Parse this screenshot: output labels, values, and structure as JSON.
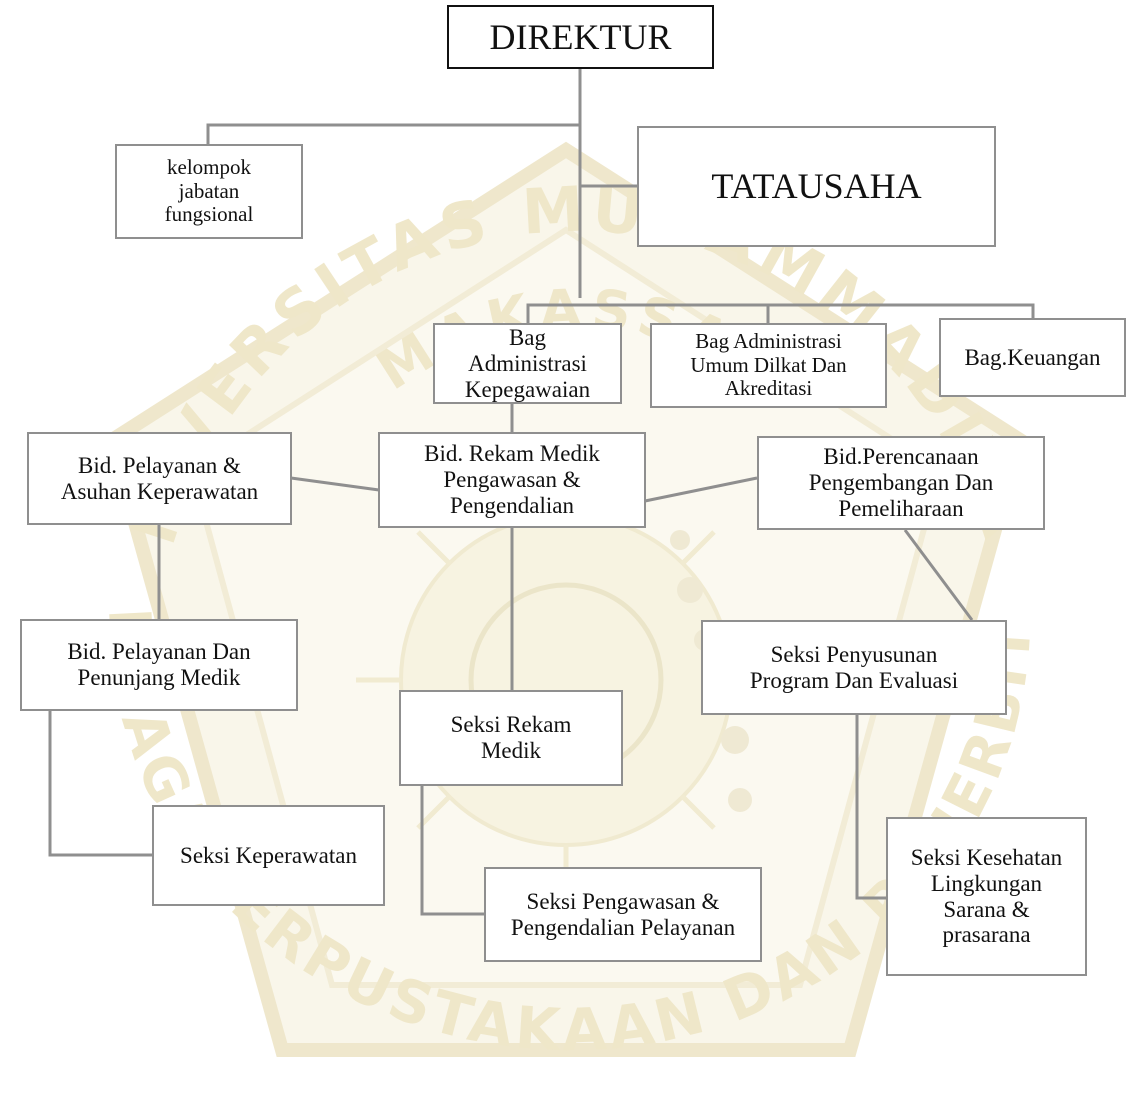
{
  "org_chart": {
    "direktur": "DIREKTUR",
    "kelompok_jabatan": "kelompok\njabatan\nfungsional",
    "tatausaha": "TATAUSAHA",
    "bag_admin_kepegawaian": "Bag\nAdministrasi\nKepegawaian",
    "bag_admin_umum": "Bag Administrasi\nUmum Dilkat Dan\nAkreditasi",
    "bag_keuangan": "Bag.Keuangan",
    "bid_pelayanan_asuhan": "Bid. Pelayanan &\nAsuhan Keperawatan",
    "bid_rekam_medik": "Bid. Rekam Medik\nPengawasan &\nPengendalian",
    "bid_perencanaan": "Bid.Perencanaan\nPengembangan  Dan\nPemeliharaan",
    "bid_pelayanan_penunjang": "Bid. Pelayanan Dan\nPenunjang Medik",
    "seksi_penyusunan": "Seksi Penyusunan\nProgram Dan Evaluasi",
    "seksi_rekam_medik": "Seksi Rekam\nMedik",
    "seksi_keperawatan": "Seksi Keperawatan",
    "seksi_pengawasan": "Seksi Pengawasan &\nPengendalian Pelayanan",
    "seksi_kesehatan": "Seksi Kesehatan\nLingkungan\nSarana &\nprasarana"
  },
  "watermark": {
    "top_text": "UNIVERSITAS MUHAMMADIYAH",
    "city_text": "MAKASSAR",
    "bottom_text": "LEMBAGA PERPUSTAKAAN DAN PENERBITAN",
    "color": "#d9ca8e"
  }
}
